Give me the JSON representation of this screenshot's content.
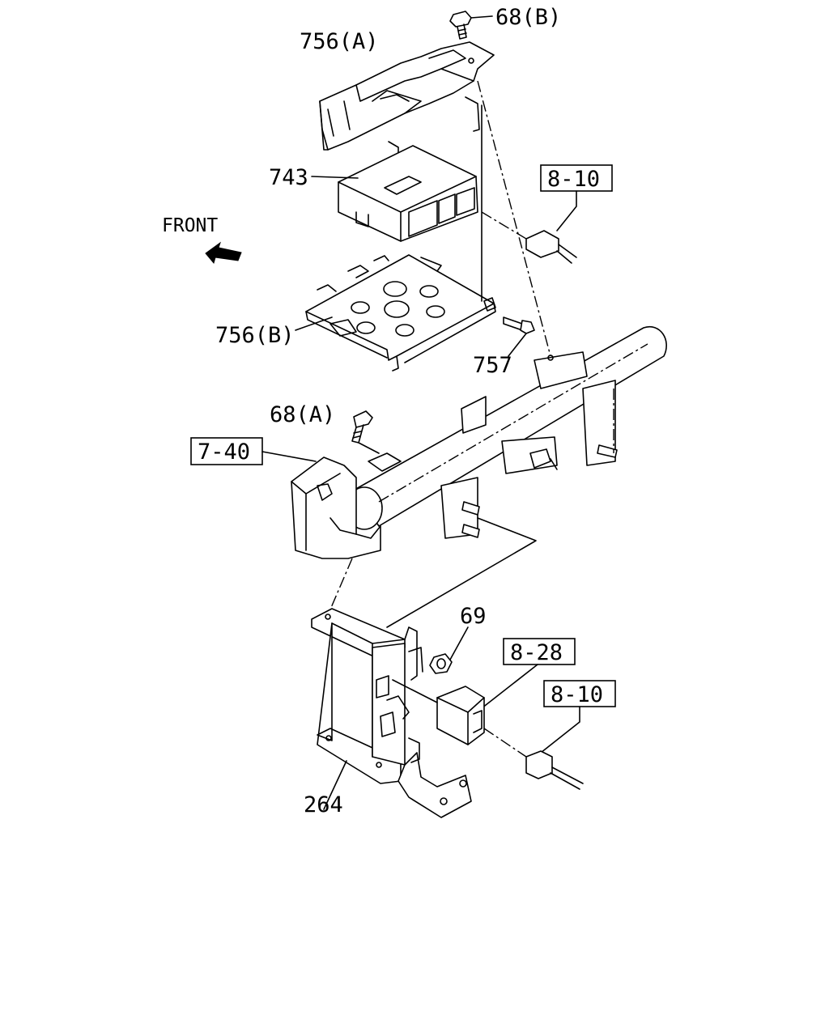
{
  "labels": {
    "bolt_68b": "68(B)",
    "bracket_756a": "756(A)",
    "unit_743": "743",
    "ref_8_10_top": "8-10",
    "front": "FRONT",
    "bracket_756b": "756(B)",
    "bolt_757": "757",
    "bolt_68a": "68(A)",
    "ref_7_40": "7-40",
    "nut_69": "69",
    "ref_8_28": "8-28",
    "ref_8_10_bottom": "8-10",
    "bracket_264": "264"
  }
}
